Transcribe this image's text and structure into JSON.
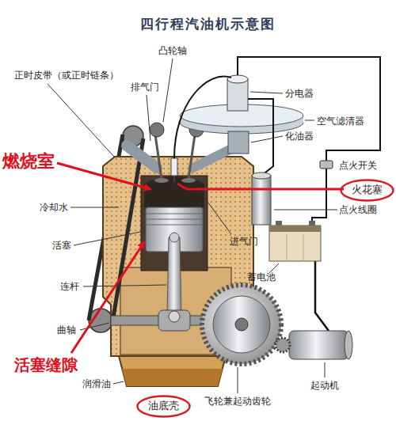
{
  "diagram": {
    "title": "四行程汽油机示意图",
    "nodes": [
      {
        "text": [
          "火花塞"
        ]
      },
      {
        "text": [
          "油底壳"
        ]
      }
    ],
    "labels": [
      "凸轮轴",
      "正时皮带（或正时链条）",
      "排气门",
      "分电器",
      "空气滤清器",
      "化油器",
      "燃烧室",
      "点火开关",
      "点火线圈",
      "冷却水",
      "活塞",
      "进气门",
      "蓄电池",
      "连杆",
      "曲轴",
      "活塞缝隙",
      "润滑油",
      "飞轮兼起动齿轮",
      "起动机"
    ]
  }
}
